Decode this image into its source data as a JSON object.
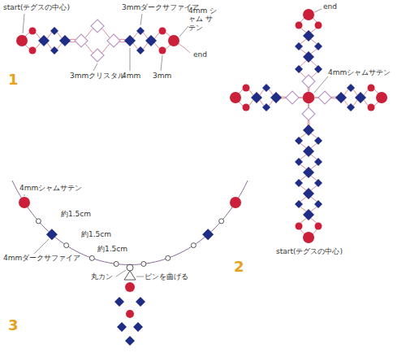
{
  "diagram": {
    "labels": [
      "start(テグスの中心)",
      "3mmダークサファイア",
      "4mm シャム サテン",
      "end",
      "3mmクリスタル",
      "4mm",
      "3mm",
      "1",
      "end",
      "4mmシャムサテン",
      "start(テグスの中心)",
      "2",
      "4mmシャムサテン",
      "約1.5cm",
      "約1.5cm",
      "約1.5cm",
      "4mmダークサファイア",
      "丸カン",
      "ピンを曲げる",
      "3"
    ]
  }
}
